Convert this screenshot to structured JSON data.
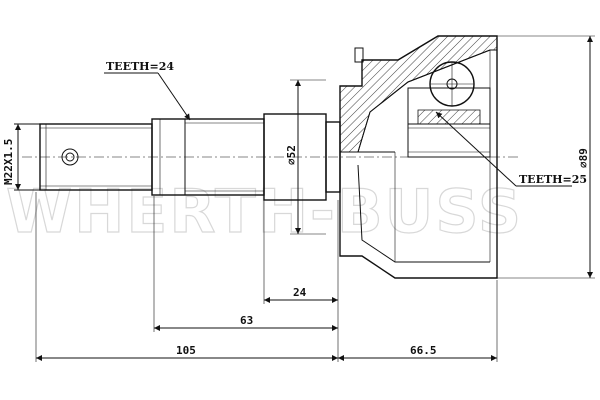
{
  "watermark": "WHERTH-BUSS",
  "labels": {
    "spline_shaft": "TEETH=24",
    "spline_inner": "TEETH=25",
    "thread": "M22X1.5",
    "dia_52": "⌀52",
    "dia_89": "⌀89"
  },
  "dimensions": {
    "d24": "24",
    "d63": "63",
    "d105": "105",
    "d66_5": "66.5"
  },
  "colors": {
    "line": "#111111",
    "watermark": "#d8d8d8",
    "background": "#ffffff"
  }
}
